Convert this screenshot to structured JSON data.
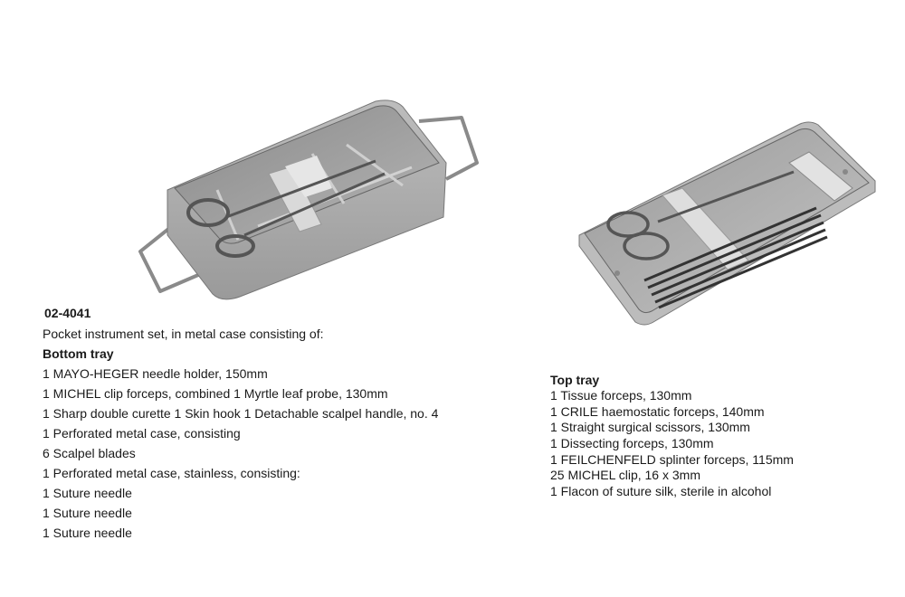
{
  "product": {
    "code": "02-4041",
    "description": "Pocket instrument set, in metal case  consisting of:"
  },
  "bottom_tray": {
    "heading": "Bottom tray",
    "items": [
      "1 MAYO-HEGER needle holder, 150mm",
      "1 MICHEL clip forceps, combined  1 Myrtle leaf probe, 130mm",
      "1 Sharp double curette  1 Skin hook  1 Detachable scalpel handle, no. 4",
      "1 Perforated metal case, consisting",
      "6 Scalpel blades",
      "1 Perforated metal case, stainless, consisting:",
      "1 Suture needle",
      "1 Suture needle",
      "1 Suture needle"
    ]
  },
  "top_tray": {
    "heading": "Top tray",
    "items": [
      "1 Tissue forceps, 130mm",
      "1 CRILE haemostatic forceps, 140mm",
      "1 Straight surgical scissors, 130mm",
      "1 Dissecting forceps, 130mm",
      "1 FEILCHENFELD splinter forceps, 115mm",
      "25 MICHEL clip, 16 x 3mm",
      "1 Flacon of suture silk, sterile in alcohol"
    ]
  },
  "images": {
    "bottom_tray_photo": "bottom-tray-with-handles",
    "top_tray_photo": "top-tray-with-instruments"
  }
}
